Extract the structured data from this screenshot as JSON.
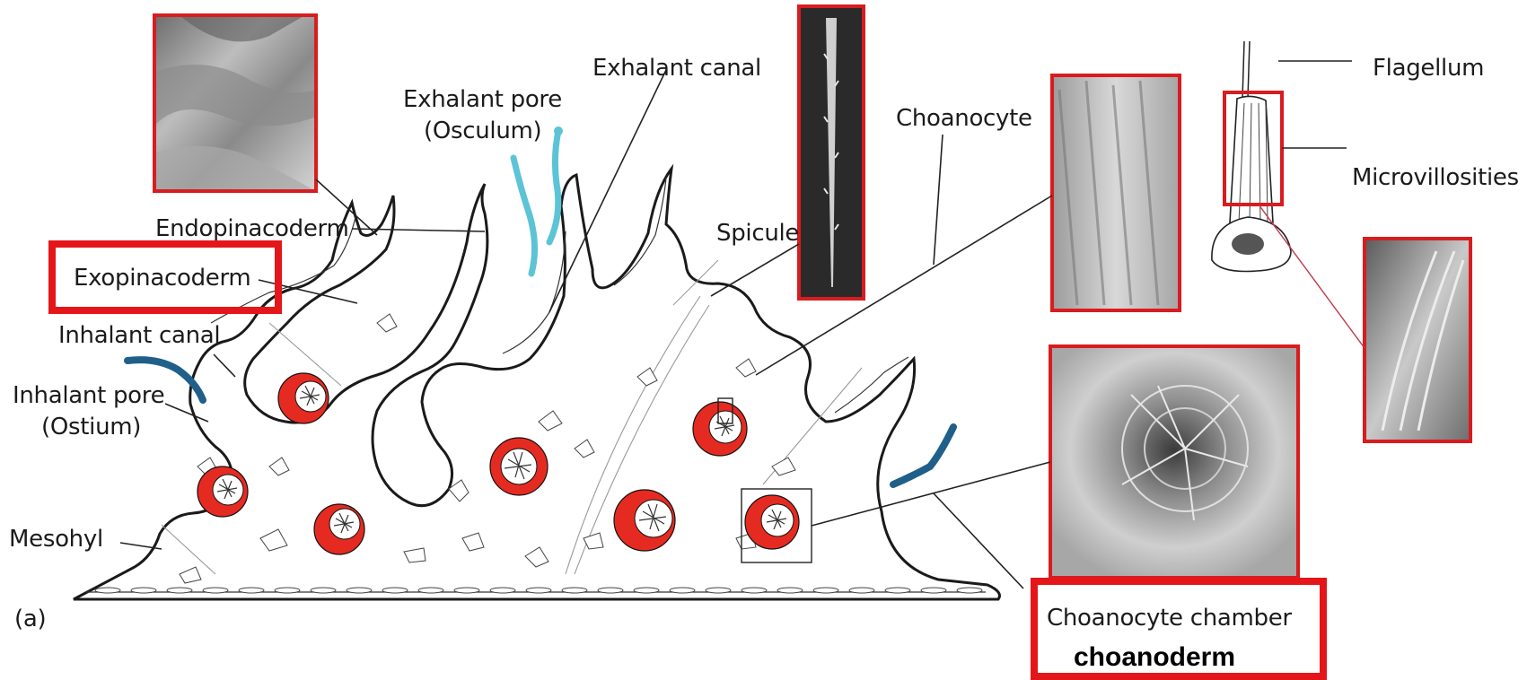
{
  "labels": {
    "endopinacoderm": "Endopinacoderm",
    "exopinacoderm": "Exopinacoderm",
    "inhalant_canal": "Inhalant canal",
    "inhalant_pore_line1": "Inhalant pore",
    "inhalant_pore_line2": "(Ostium)",
    "mesohyl": "Mesohyl",
    "panel": "(a)",
    "exhalant_pore_line1": "Exhalant pore",
    "exhalant_pore_line2": "(Osculum)",
    "exhalant_canal": "Exhalant canal",
    "spicule": "Spicule",
    "choanocyte": "Choanocyte",
    "flagellum": "Flagellum",
    "microvillosities": "Microvillosities",
    "choanocyte_chamber": "Choanocyte chamber",
    "choanoderm": "choanoderm"
  },
  "colors": {
    "highlight_red": "#e5161a",
    "chamber_red": "#e52b21",
    "water_flow_cyan": "#5cc4d6",
    "water_flow_blue": "#1f5f8a",
    "outline": "#1a1a1a"
  },
  "highlighted_labels": [
    "exopinacoderm",
    "choanoderm"
  ]
}
